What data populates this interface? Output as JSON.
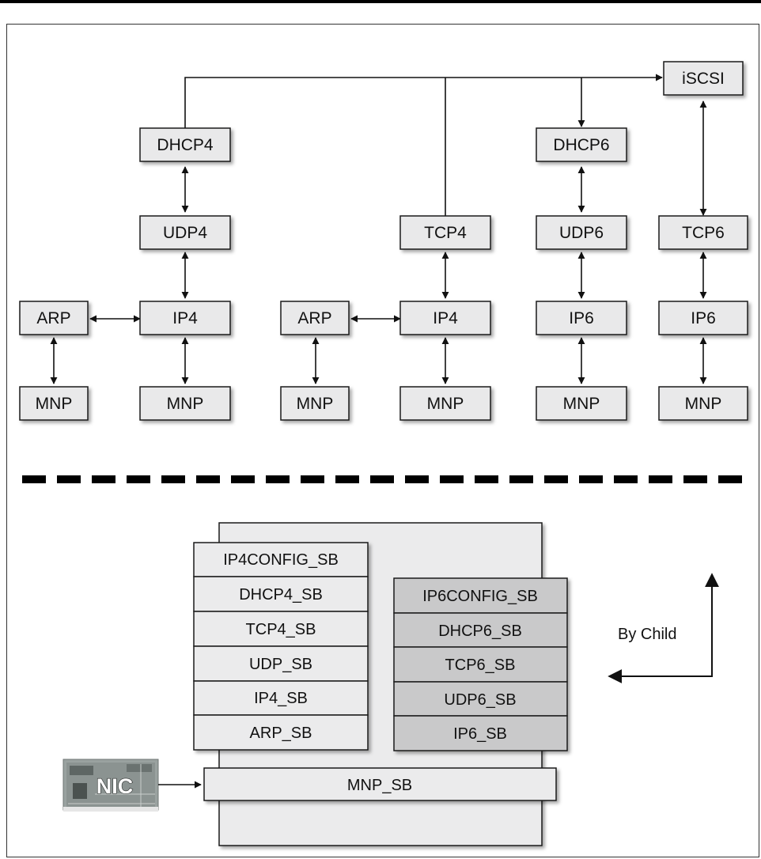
{
  "protocol_stacks": {
    "iscsi": "iSCSI",
    "dhcp4": "DHCP4",
    "dhcp6": "DHCP6",
    "udp4": "UDP4",
    "tcp4": "TCP4",
    "udp6": "UDP6",
    "tcp6": "TCP6",
    "arp_1": "ARP",
    "ip4_1": "IP4",
    "arp_2": "ARP",
    "ip4_2": "IP4",
    "ip6_1": "IP6",
    "ip6_2": "IP6",
    "mnp_1": "MNP",
    "mnp_2": "MNP",
    "mnp_3": "MNP",
    "mnp_4": "MNP",
    "mnp_5": "MNP",
    "mnp_6": "MNP"
  },
  "service_bindings": {
    "ipv4_column": [
      "IP4CONFIG_SB",
      "DHCP4_SB",
      "TCP4_SB",
      "UDP_SB",
      "IP4_SB",
      "ARP_SB"
    ],
    "ipv6_column": [
      "IP6CONFIG_SB",
      "DHCP6_SB",
      "TCP6_SB",
      "UDP6_SB",
      "IP6_SB"
    ],
    "mnp": "MNP_SB"
  },
  "nic_label": "NIC",
  "by_child_label": "By Child",
  "colors": {
    "box_fill": "#e9e9ea",
    "ipv6_fill": "#c9c9ca",
    "stroke": "#1a1a1a"
  }
}
